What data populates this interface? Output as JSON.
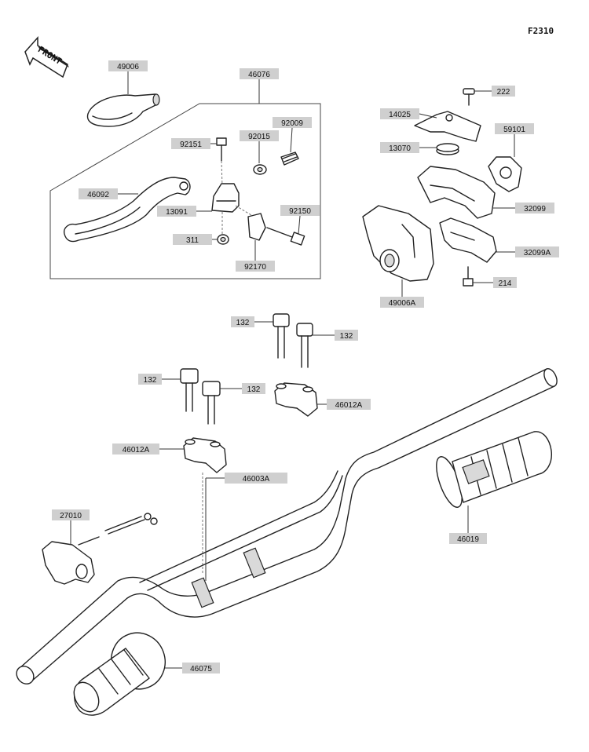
{
  "figure_code": "F2310",
  "front_label": "FRONT",
  "labels": {
    "l_49006": "49006",
    "l_46076": "46076",
    "l_92009": "92009",
    "l_92151": "92151",
    "l_92015": "92015",
    "l_46092": "46092",
    "l_13091": "13091",
    "l_92150": "92150",
    "l_311": "311",
    "l_92170": "92170",
    "l_222": "222",
    "l_14025": "14025",
    "l_59101": "59101",
    "l_13070": "13070",
    "l_32099": "32099",
    "l_32099A": "32099A",
    "l_214": "214",
    "l_49006A": "49006A",
    "l_132a": "132",
    "l_132b": "132",
    "l_132c": "132",
    "l_132d": "132",
    "l_46012A_a": "46012A",
    "l_46012A_b": "46012A",
    "l_46003A": "46003A",
    "l_27010": "27010",
    "l_46019": "46019",
    "l_46075": "46075"
  }
}
